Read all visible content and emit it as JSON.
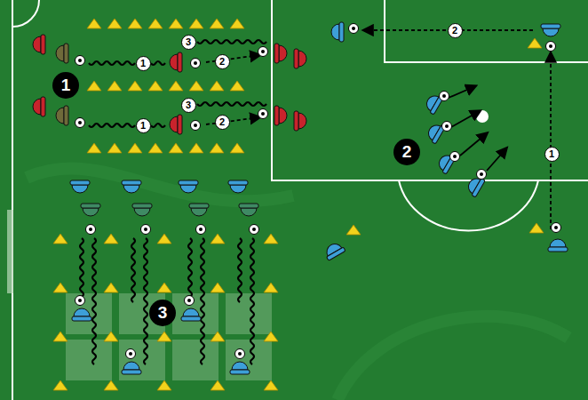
{
  "diagram": {
    "labels": [
      "3",
      "1",
      "2",
      "1",
      "3",
      "1",
      "2",
      "2",
      "2",
      "1",
      "3"
    ]
  }
}
